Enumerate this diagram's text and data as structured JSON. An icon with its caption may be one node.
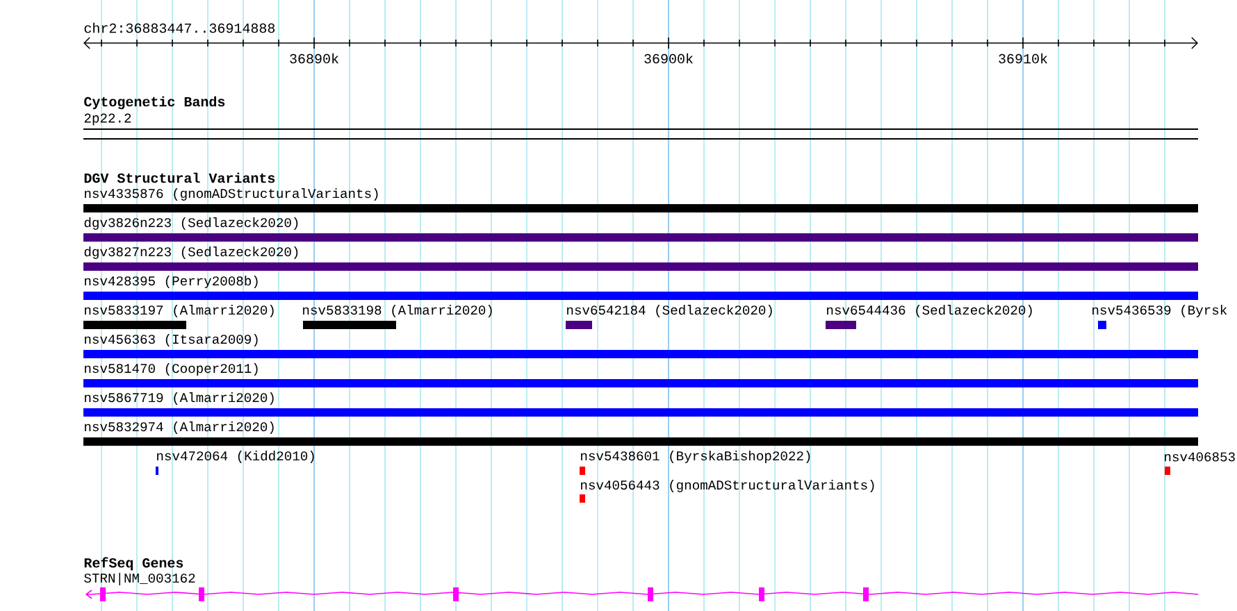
{
  "diagram": {
    "nodes": [
      {
        "text": [
          "2p22.2"
        ]
      },
      {
        "text": [
          "nsv4335876 (gnomADStructuralVariants)"
        ]
      },
      {
        "text": [
          "dgv3826n223 (Sedlazeck2020)"
        ]
      },
      {
        "text": [
          "dgv3827n223 (Sedlazeck2020)"
        ]
      },
      {
        "text": [
          "nsv428395 (Perry2008b)"
        ]
      },
      {
        "text": [
          "nsv5833197 (Almarri2020)"
        ]
      },
      {
        "text": [
          "nsv5833198 (Almarri2020)"
        ]
      },
      {
        "text": [
          "nsv6542184 (Sedlazeck2020)"
        ]
      },
      {
        "text": [
          "nsv6544436 (Sedlazeck2020)"
        ]
      },
      {
        "text": [
          "nsv5436539 (Byrsk"
        ]
      },
      {
        "text": [
          "nsv456363 (Itsara2009)"
        ]
      },
      {
        "text": [
          "nsv581470 (Cooper2011)"
        ]
      },
      {
        "text": [
          "nsv5867719 (Almarri2020)"
        ]
      },
      {
        "text": [
          "nsv5832974 (Almarri2020)"
        ]
      },
      {
        "text": [
          "nsv472064 (Kidd2010)"
        ]
      },
      {
        "text": [
          "nsv5438601 (ByrskaBishop2022)"
        ]
      },
      {
        "text": [
          "nsv406853"
        ]
      },
      {
        "text": [
          "nsv4056443 (gnomADStructuralVariants)"
        ]
      },
      {
        "text": [
          "STRN|NM_003162"
        ]
      }
    ],
    "edges": [],
    "labels": [
      "chr2:36883447..36914888",
      "36890k",
      "36900k",
      "36910k",
      "Cytogenetic Bands",
      "DGV Structural Variants",
      "RefSeq Genes"
    ]
  }
}
